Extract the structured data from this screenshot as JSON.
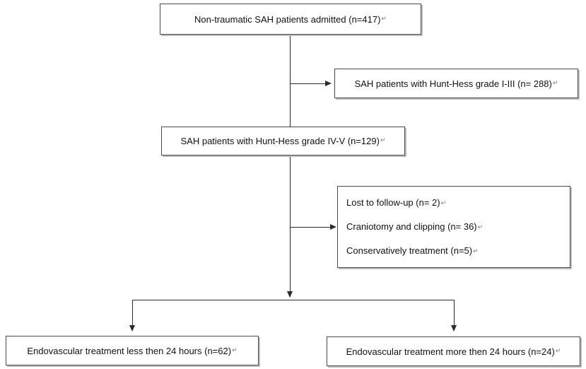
{
  "boxes": {
    "admitted": "Non-traumatic SAH patients admitted (n=417)",
    "grade_low": "SAH patients with Hunt-Hess grade I-III (n= 288)",
    "grade_high": "SAH patients with Hunt-Hess grade IV-V (n=129)",
    "excluded": {
      "lost": "Lost to follow-up (n= 2)",
      "clipping": "Craniotomy and clipping (n= 36)",
      "conservative": "Conservatively treatment (n=5)"
    },
    "endo_less": "Endovascular treatment less then 24 hours (n=62)",
    "endo_more": "Endovascular treatment more then 24 hours (n=24)"
  },
  "paragraph_mark": "↵"
}
